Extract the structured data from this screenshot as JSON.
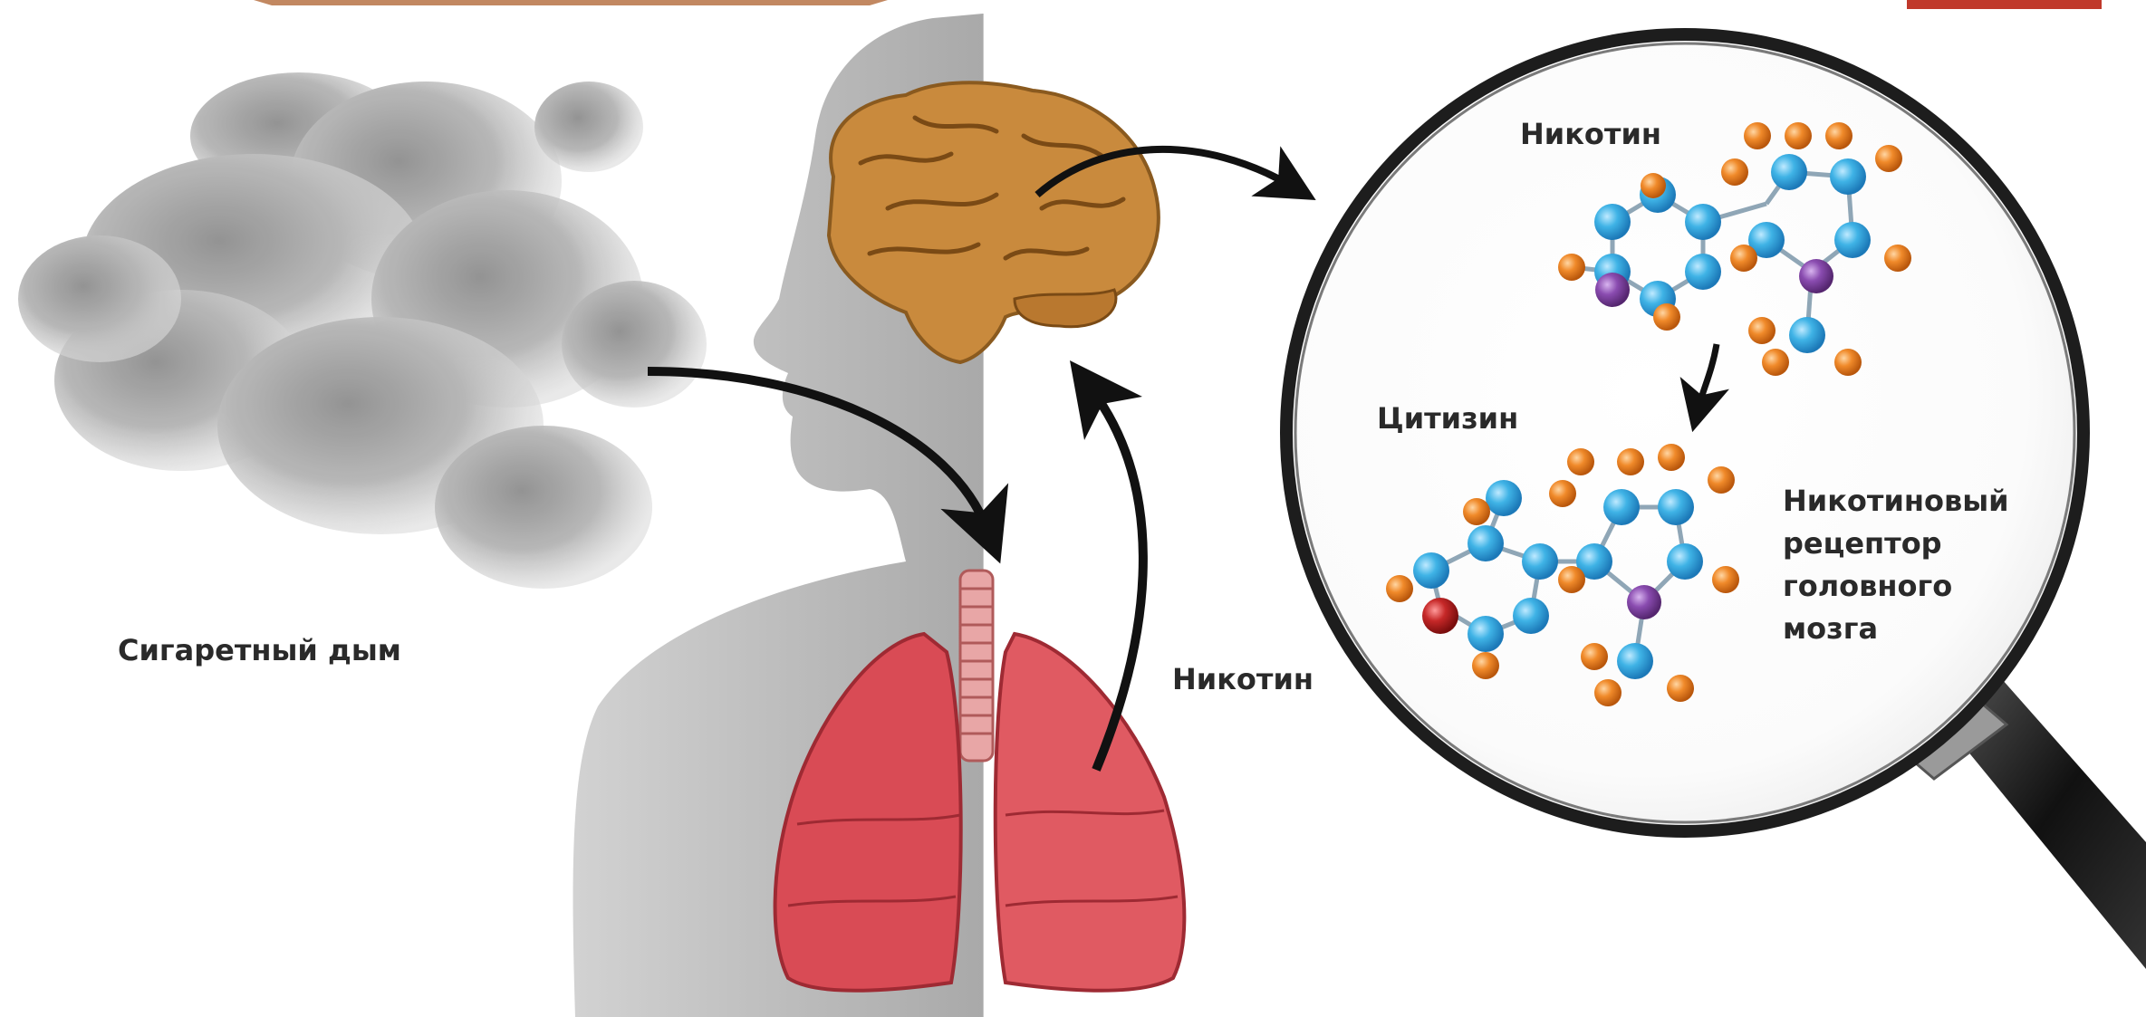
{
  "labels": {
    "smoke": "Сигаретный дым",
    "nicotine_path": "Никотин",
    "molecule_top": "Никотин",
    "molecule_bottom": "Цитизин",
    "receptor_lines": [
      "Никотиновый",
      "рецептор",
      "головного",
      "мозга"
    ]
  },
  "colors": {
    "atom_blue": "#3fb3e6",
    "atom_orange": "#f08a2a",
    "atom_purple": "#8a4cb0",
    "atom_red": "#c62828",
    "lung_red": "#d94b55",
    "brain_tan": "#c98a3d",
    "silhouette_gray": "#b9b9b9",
    "smoke_gray": "#a9a9a9",
    "arrow_black": "#111111"
  }
}
